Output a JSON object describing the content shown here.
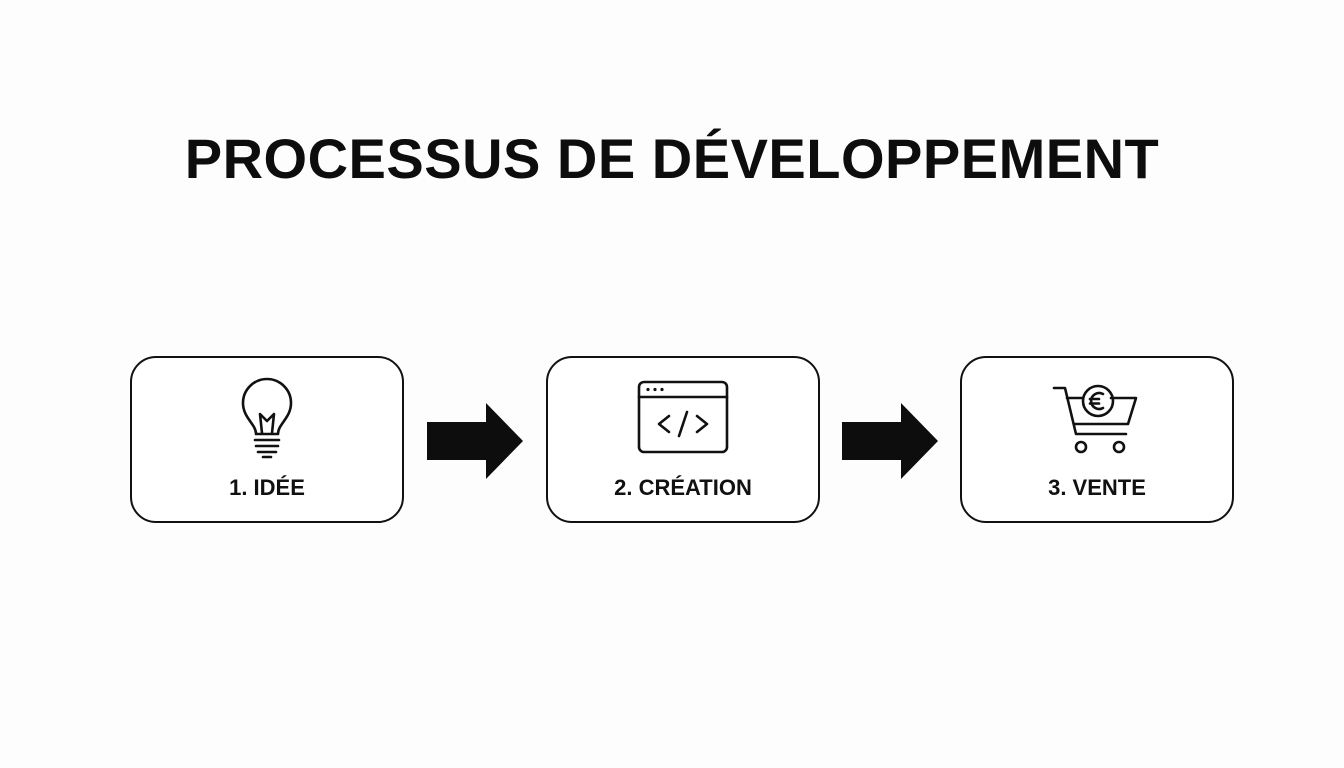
{
  "title": "PROCESSUS DE DÉVELOPPEMENT",
  "steps": [
    {
      "label": "1. IDÉE",
      "icon": "lightbulb-icon"
    },
    {
      "label": "2. CRÉATION",
      "icon": "code-window-icon"
    },
    {
      "label": "3. VENTE",
      "icon": "shopping-cart-euro-icon"
    }
  ],
  "colors": {
    "background": "#fdfdfd",
    "stroke": "#111111",
    "text": "#111111"
  }
}
